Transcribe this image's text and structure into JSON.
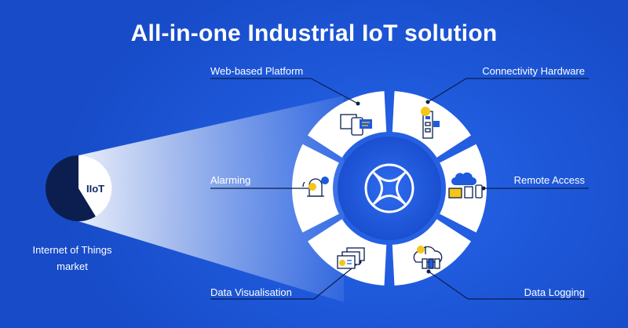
{
  "title": "All-in-one Industrial IoT solution",
  "market": {
    "pie_label": "IIoT",
    "caption_line1": "Internet of Things",
    "caption_line2": "market"
  },
  "segments": [
    {
      "label": "Web-based Platform",
      "icon": "web-platform-icon"
    },
    {
      "label": "Connectivity Hardware",
      "icon": "connectivity-hardware-icon"
    },
    {
      "label": "Remote Access",
      "icon": "remote-access-icon"
    },
    {
      "label": "Data Logging",
      "icon": "data-logging-icon"
    },
    {
      "label": "Data Visualisation",
      "icon": "data-visualisation-icon"
    },
    {
      "label": "Alarming",
      "icon": "alarming-icon"
    }
  ],
  "center_logo": "x-logo-icon",
  "colors": {
    "background": "#1b55d6",
    "pie_dark": "#0b1e4f",
    "segment": "#ffffff",
    "accent_yellow": "#f5c518",
    "accent_blue": "#1e5bdc"
  }
}
